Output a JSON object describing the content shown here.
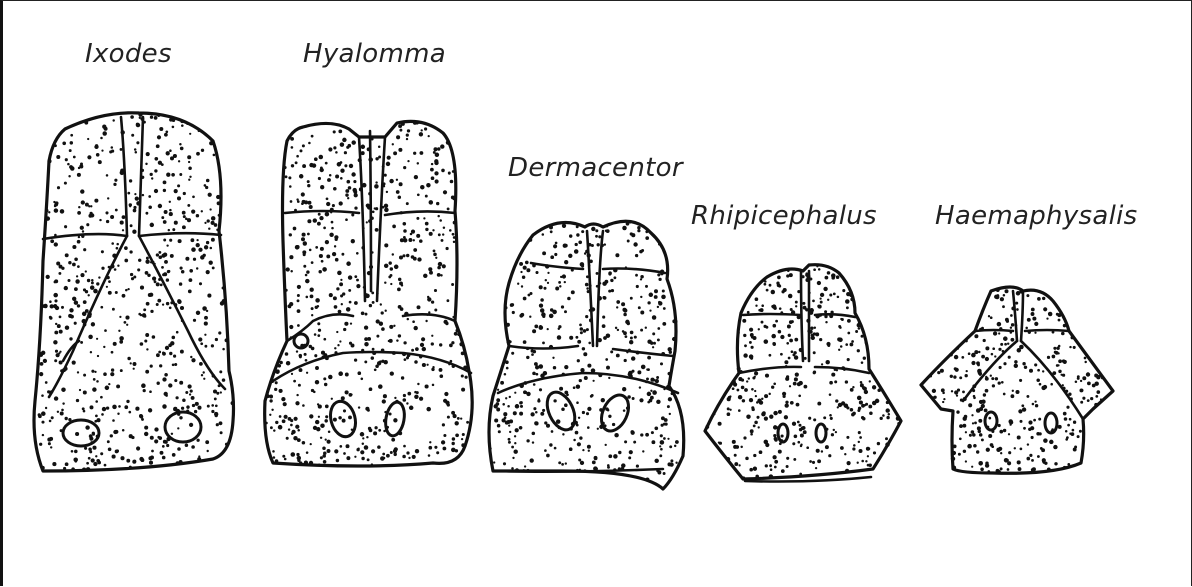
{
  "labels": {
    "ixodes": "Ixodes",
    "hyalomma": "Hyalomma",
    "dermacentor": "Dermacentor",
    "rhipicephalus": "Rhipicephalus",
    "haemaphysalis": "Haemaphysalis"
  },
  "colors": {
    "ink": "#111111",
    "background": "#ffffff"
  }
}
